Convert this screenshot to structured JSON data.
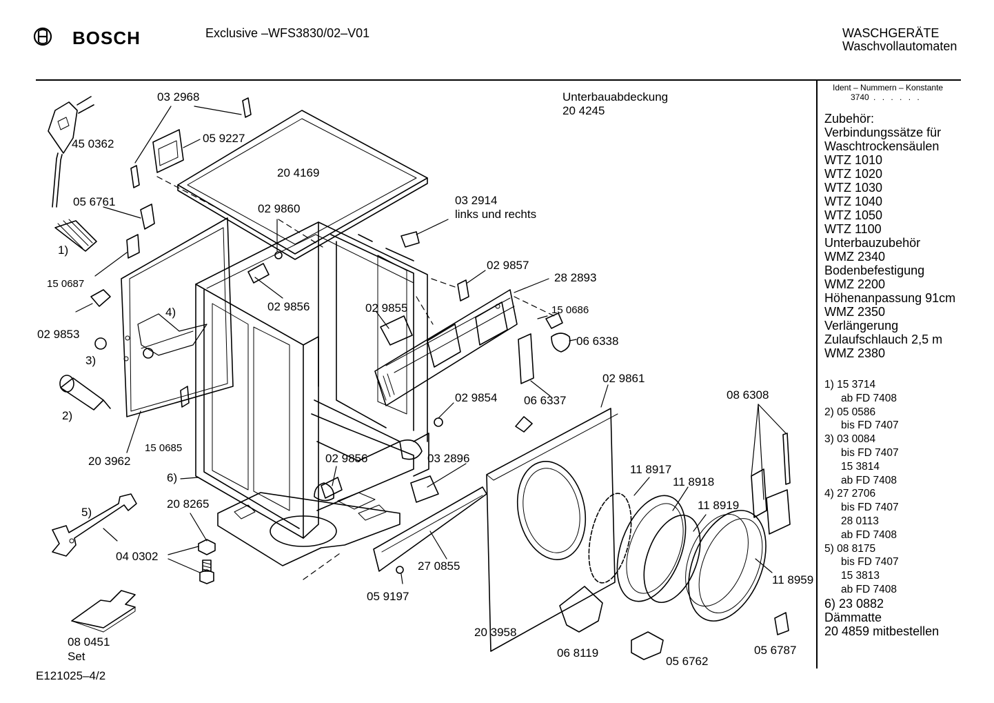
{
  "header": {
    "brand": "BOSCH",
    "logo_icon": "bosch-armature-logo-icon",
    "model": "Exclusive –WFS3830/02–V01",
    "category": "WASCHGERÄTE",
    "subcategory": "Waschvollautomaten"
  },
  "footer": {
    "drawing_code": "E121025–4/2"
  },
  "side_panel": {
    "ident_label": "Ident – Nummern – Konstante",
    "ident_value": "3740",
    "accessories": [
      "Zubehör:",
      "Verbindungssätze für",
      "Waschtrockensäulen",
      "WTZ 1010",
      "WTZ 1020",
      "WTZ 1030",
      "WTZ 1040",
      "WTZ 1050",
      "WTZ 1100",
      "Unterbauzubehör",
      "WMZ 2340",
      "Bodenbefestigung",
      "WMZ 2200",
      "Höhenanpassung  91cm",
      "WMZ 2350",
      "Verlängerung",
      "Zulaufschlauch 2,5 m",
      "WMZ 2380"
    ],
    "notes": [
      {
        "text": "1)  15 3714",
        "indent": false
      },
      {
        "text": "ab FD 7408",
        "indent": true
      },
      {
        "text": "2)  05 0586",
        "indent": false
      },
      {
        "text": "bis FD 7407",
        "indent": true
      },
      {
        "text": "3)  03 0084",
        "indent": false
      },
      {
        "text": "bis FD 7407",
        "indent": true
      },
      {
        "text": "15 3814",
        "indent": true
      },
      {
        "text": "ab FD 7408",
        "indent": true
      },
      {
        "text": "4)  27 2706",
        "indent": false
      },
      {
        "text": "bis FD 7407",
        "indent": true
      },
      {
        "text": "28 0113",
        "indent": true
      },
      {
        "text": "ab FD 7408",
        "indent": true
      },
      {
        "text": "5)  08 8175",
        "indent": false
      },
      {
        "text": "bis FD 7407",
        "indent": true
      },
      {
        "text": "15 3813",
        "indent": true
      },
      {
        "text": "ab FD 7408",
        "indent": true
      }
    ],
    "footer_notes": [
      "6)  23 0882",
      "Dämmatte",
      "20 4859 mitbestellen"
    ]
  },
  "diagram": {
    "unterbau_title": "Unterbauabdeckung",
    "unterbau_number": "20 4245",
    "labels": {
      "p032968": "03 2968",
      "p450362": "45 0362",
      "p059227": "05 9227",
      "p204169": "20 4169",
      "p056761": "05 6761",
      "p029860": "02 9860",
      "p032914": "03 2914",
      "links_rechts": "links und rechts",
      "n1": "1)",
      "p150687": "15 0687",
      "p029857": "02 9857",
      "p282893": "28 2893",
      "p029856a": "02 9856",
      "p029855": "02 9855",
      "p150686": "15 0686",
      "n4": "4)",
      "p029853": "02 9853",
      "n3": "3)",
      "p066338": "06 6338",
      "p029861": "02 9861",
      "p066337": "06 6337",
      "p029854": "02 9854",
      "p086308": "08 6308",
      "n2": "2)",
      "p150685": "15 0685",
      "p203962": "20 3962",
      "p029856b": "02 9856",
      "p032896": "03 2896",
      "p118917": "11 8917",
      "p118918": "11 8918",
      "n6": "6)",
      "p118919": "11 8919",
      "p208265": "20 8265",
      "n5": "5)",
      "p040302": "04 0302",
      "p270855": "27 0855",
      "p118959": "11 8959",
      "p059197": "05 9197",
      "p203958": "20 3958",
      "p068119": "06 8119",
      "p056787": "05 6787",
      "p056762": "05 6762",
      "p080451": "08  0451",
      "set": "Set"
    }
  }
}
